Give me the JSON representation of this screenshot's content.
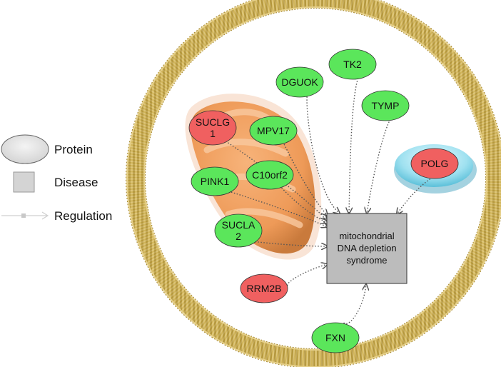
{
  "legend": {
    "protein": "Protein",
    "disease": "Disease",
    "regulation": "Regulation"
  },
  "disease": {
    "lines": [
      "mitochondrial",
      "DNA depletion",
      "syndrome"
    ]
  },
  "nodes": [
    {
      "id": "suclg1",
      "lines": [
        "SUCLG",
        "1"
      ],
      "status": "down"
    },
    {
      "id": "mpv17",
      "lines": [
        "MPV17"
      ],
      "status": "up"
    },
    {
      "id": "dguok",
      "lines": [
        "DGUOK"
      ],
      "status": "up"
    },
    {
      "id": "tk2",
      "lines": [
        "TK2"
      ],
      "status": "up"
    },
    {
      "id": "tymp",
      "lines": [
        "TYMP"
      ],
      "status": "up"
    },
    {
      "id": "polg",
      "lines": [
        "POLG"
      ],
      "status": "down"
    },
    {
      "id": "pink1",
      "lines": [
        "PINK1"
      ],
      "status": "up"
    },
    {
      "id": "c10orf2",
      "lines": [
        "C10orf2"
      ],
      "status": "up"
    },
    {
      "id": "sucla2",
      "lines": [
        "SUCLA",
        "2"
      ],
      "status": "up"
    },
    {
      "id": "rrm2b",
      "lines": [
        "RRM2B"
      ],
      "status": "down"
    },
    {
      "id": "fxn",
      "lines": [
        "FXN"
      ],
      "status": "up"
    }
  ],
  "colors": {
    "up": "#5be65b",
    "down": "#f06060",
    "disease_fill": "#c0c0c0",
    "membrane": "#c8a84e",
    "mito": "#f0a060",
    "nucleus": "#7fd6e8"
  }
}
